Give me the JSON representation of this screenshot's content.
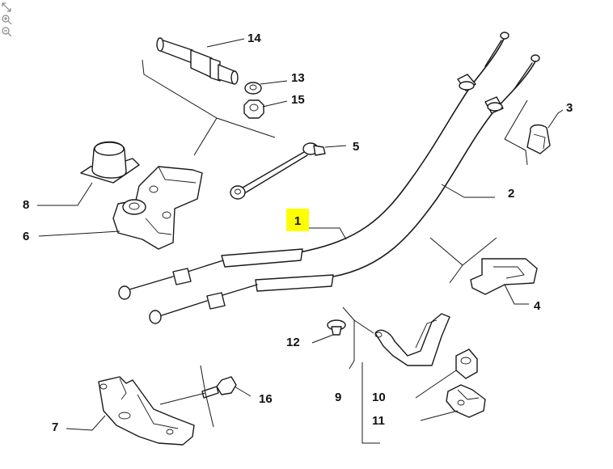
{
  "toolbar": {
    "tools": [
      {
        "icon": "fit-page-icon"
      },
      {
        "icon": "zoom-in-icon"
      },
      {
        "icon": "zoom-out-icon"
      }
    ]
  },
  "callouts": [
    {
      "id": "1",
      "label": "1",
      "highlight": true
    },
    {
      "id": "2",
      "label": "2"
    },
    {
      "id": "3",
      "label": "3"
    },
    {
      "id": "4",
      "label": "4"
    },
    {
      "id": "5",
      "label": "5"
    },
    {
      "id": "6",
      "label": "6"
    },
    {
      "id": "7",
      "label": "7"
    },
    {
      "id": "8",
      "label": "8"
    },
    {
      "id": "9",
      "label": "9"
    },
    {
      "id": "10",
      "label": "10"
    },
    {
      "id": "11",
      "label": "11"
    },
    {
      "id": "12",
      "label": "12"
    },
    {
      "id": "13",
      "label": "13"
    },
    {
      "id": "14",
      "label": "14"
    },
    {
      "id": "15",
      "label": "15"
    },
    {
      "id": "16",
      "label": "16"
    }
  ],
  "colors": {
    "highlight": "#ffff00",
    "line": "#1a1a1a",
    "background": "#ffffff"
  }
}
